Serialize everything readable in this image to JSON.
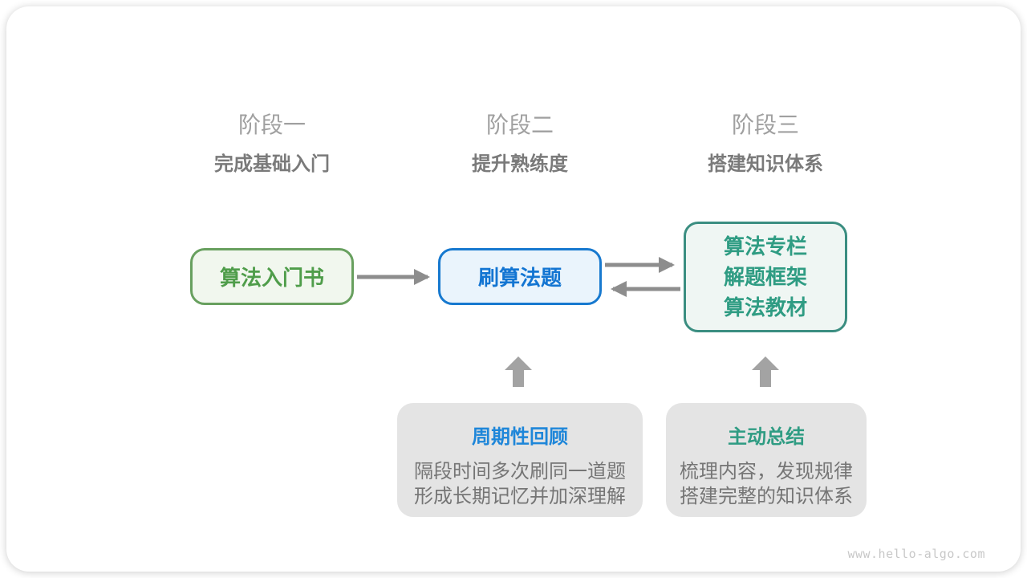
{
  "stages": [
    {
      "label": "阶段一",
      "subtitle": "完成基础入门"
    },
    {
      "label": "阶段二",
      "subtitle": "提升熟练度"
    },
    {
      "label": "阶段三",
      "subtitle": "搭建知识体系"
    }
  ],
  "flow": {
    "intro_book": {
      "label": "算法入门书"
    },
    "practice": {
      "label": "刷算法题"
    },
    "resources": {
      "lines": [
        "算法专栏",
        "解题框架",
        "算法教材"
      ]
    }
  },
  "notes": [
    {
      "title": "周期性回顾",
      "title_color": "#1e86d9",
      "title_style": "color:#1e86d9",
      "lines": [
        "隔段时间多次刷同一道题",
        "形成长期记忆并加深理解"
      ]
    },
    {
      "title": "主动总结",
      "title_color": "#2f9c83",
      "title_style": "color:#2f9c83",
      "lines": [
        "梳理内容，发现规律",
        "搭建完整的知识体系"
      ]
    }
  ],
  "watermark": "www.hello-algo.com",
  "colors": {
    "stage_label": "#a0a0a0",
    "stage_subtitle": "#7a7a7a",
    "green_box_border": "#68a05f",
    "green_box_bg": "#f1f7ee",
    "green_box_text": "#4f9d4a",
    "blue_box_border": "#1779cf",
    "blue_box_bg": "#eaf4fc",
    "blue_box_text": "#1375d2",
    "teal_box_border": "#3b8e81",
    "teal_box_bg": "#eff6f3",
    "teal_box_text": "#2f9c83",
    "connector_arrow": "#8d8d8d",
    "up_arrow": "#a3a3a3",
    "note_bg": "#e4e4e4",
    "note_body_text": "#757575",
    "watermark_text": "#c8c8c8"
  }
}
